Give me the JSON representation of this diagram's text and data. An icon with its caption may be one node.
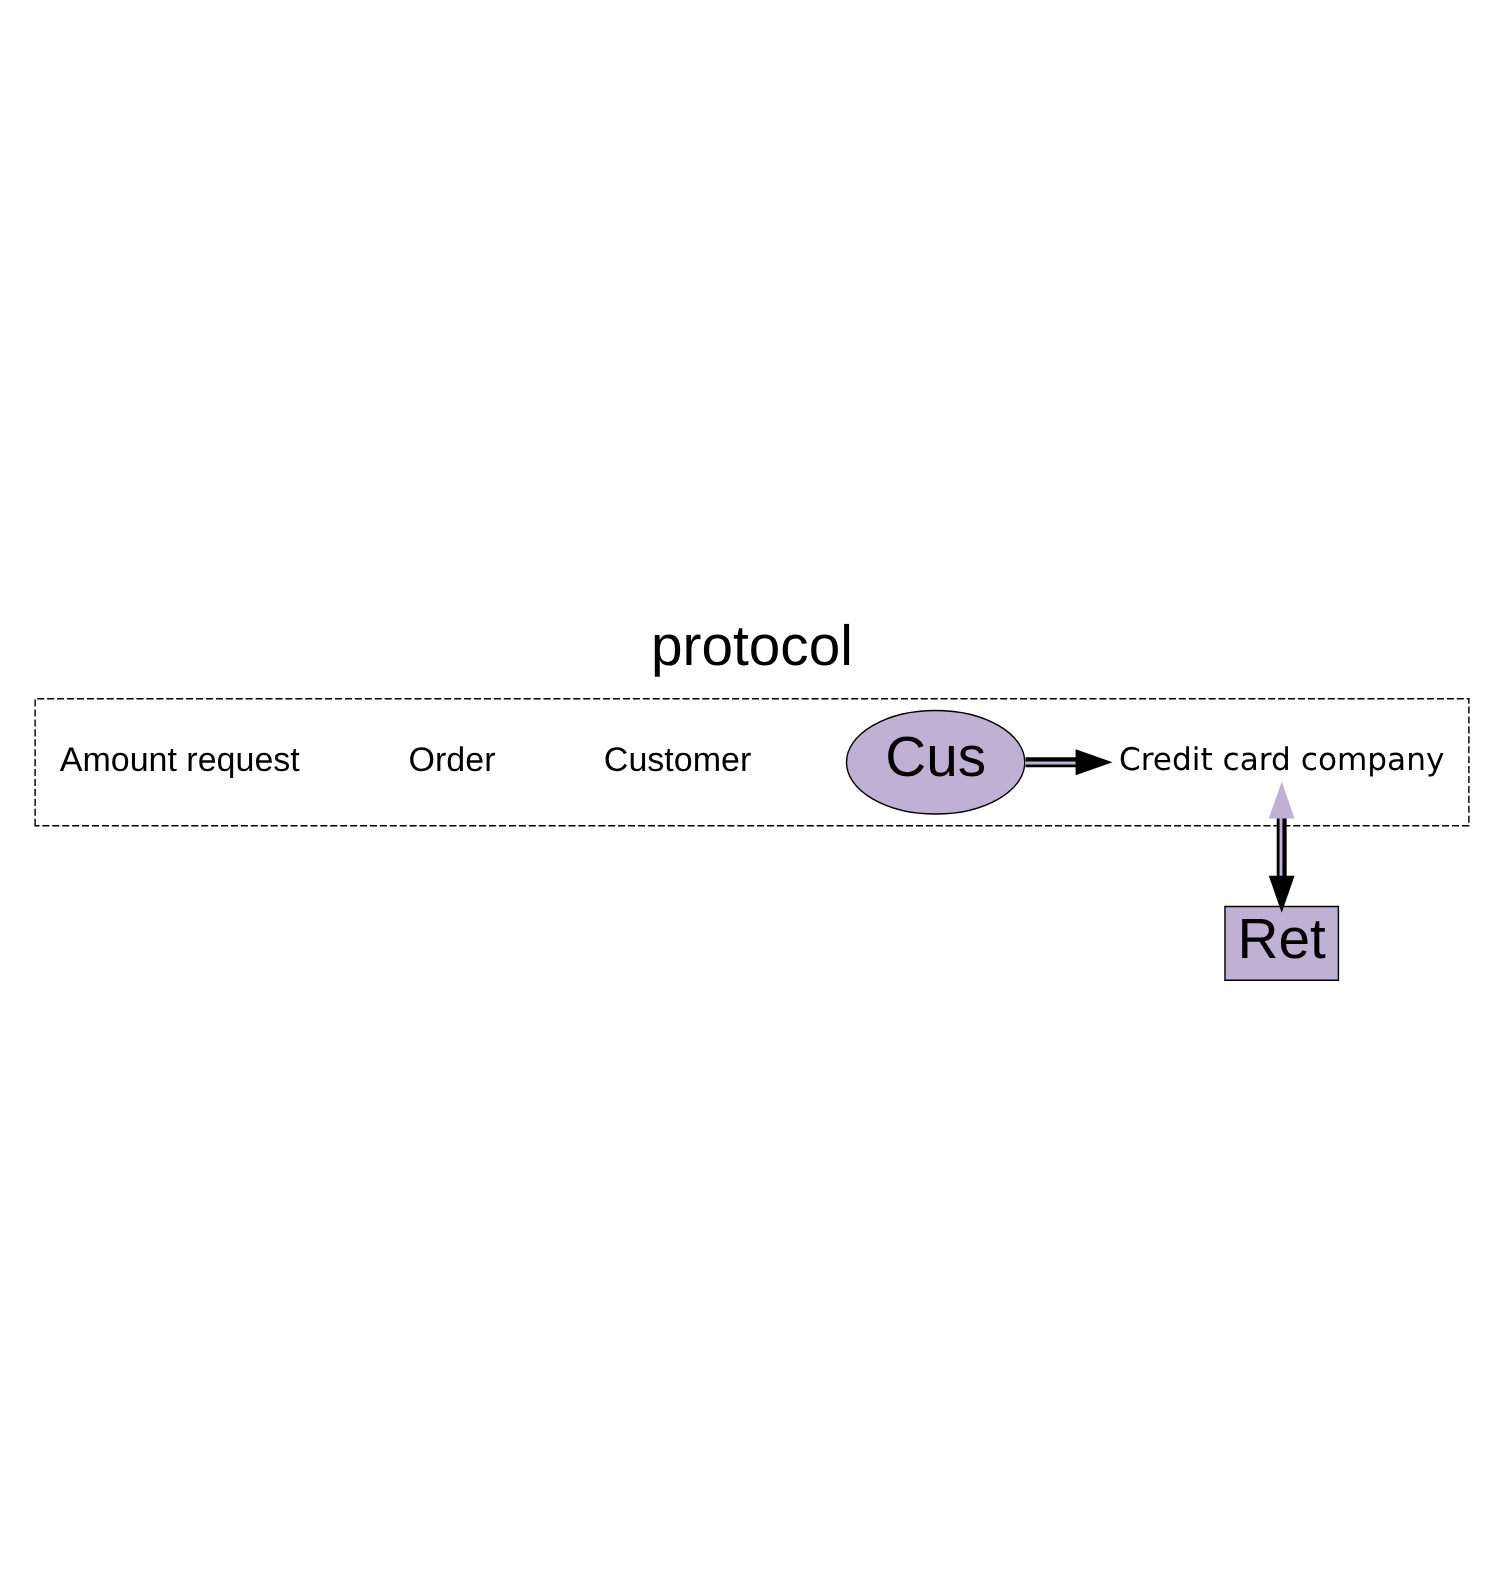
{
  "diagram": {
    "title": "protocol",
    "nodes": [
      {
        "text": [],
        "shape": "box"
      },
      {
        "text": [
          "Credit card company"
        ],
        "in": 0
      },
      {
        "text": [
          "Cus"
        ],
        "in": 0
      },
      {
        "text": [
          "Ret"
        ]
      }
    ],
    "edges": [
      {
        "from": 2,
        "to": 1,
        "arrow": "to"
      },
      {
        "from": 1,
        "to": 3,
        "arrow": "both"
      }
    ],
    "labels": [
      "Customer",
      "Order",
      "Amount request"
    ]
  }
}
